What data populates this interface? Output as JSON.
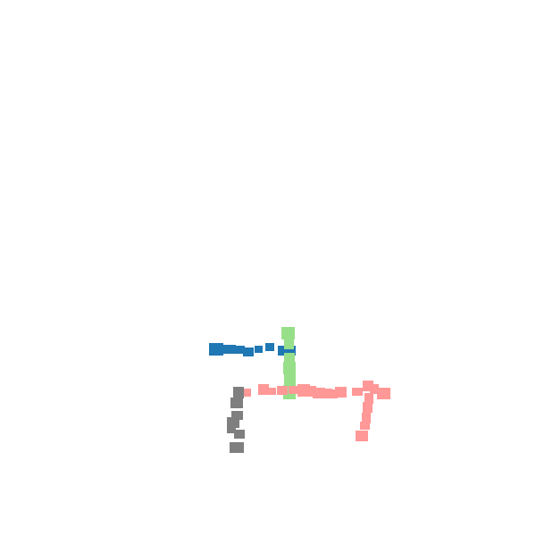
{
  "background_color": "#ffffff",
  "groups": [
    {
      "name": "blue",
      "color": "#1f77b4"
    },
    {
      "name": "green",
      "color": "#98df8a"
    },
    {
      "name": "pink",
      "color": "#ff9896"
    },
    {
      "name": "gray",
      "color": "#7f7f7f"
    }
  ]
}
